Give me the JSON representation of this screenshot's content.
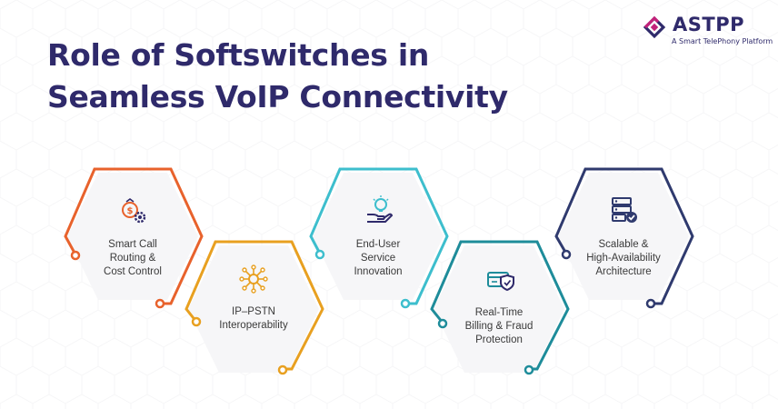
{
  "title": {
    "line1": "Role of Softswitches in",
    "line2": "Seamless VoIP Connectivity"
  },
  "logo": {
    "name": "ASTPP",
    "tagline": "A Smart TelePhony Platform",
    "icon": "astpp-logo-mark"
  },
  "colors": {
    "title": "#2f2a6b",
    "orange": "#e8622c",
    "amber": "#e8a020",
    "cyan": "#3dbecd",
    "teal": "#1e8c9a",
    "navy": "#2f3a6e"
  },
  "steps": [
    {
      "label_lines": [
        "Smart Call",
        "Routing &",
        "Cost Control"
      ],
      "icon": "dollar-gear-icon",
      "color": "orange"
    },
    {
      "label_lines": [
        "IP–PSTN",
        "Interoperability"
      ],
      "icon": "network-hub-icon",
      "color": "amber"
    },
    {
      "label_lines": [
        "End-User",
        "Service",
        "Innovation"
      ],
      "icon": "lightbulb-hand-icon",
      "color": "cyan"
    },
    {
      "label_lines": [
        "Real-Time",
        "Billing & Fraud",
        "Protection"
      ],
      "icon": "shield-card-icon",
      "color": "teal"
    },
    {
      "label_lines": [
        "Scalable &",
        "High-Availability",
        "Architecture"
      ],
      "icon": "server-check-icon",
      "color": "navy"
    }
  ]
}
